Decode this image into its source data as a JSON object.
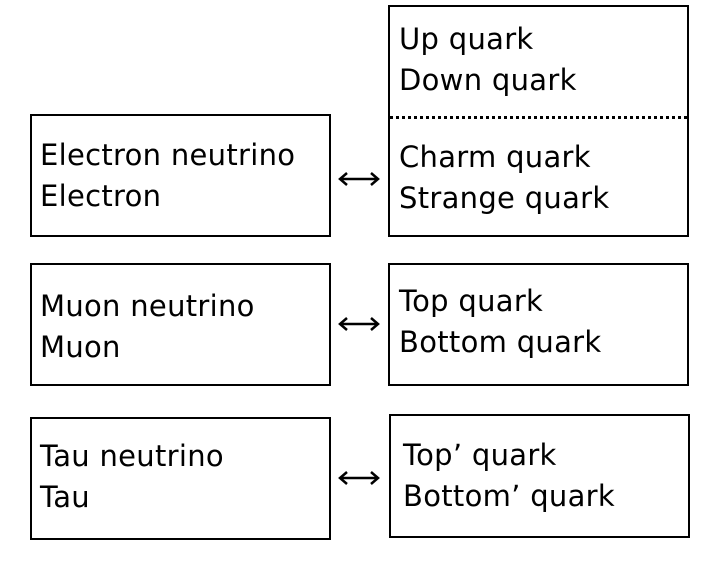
{
  "rows": [
    {
      "lepton": {
        "line1": "Electron neutrino",
        "line2": "Electron"
      },
      "quark_upper": {
        "line1": "Up quark",
        "line2": "Down quark"
      },
      "quark_lower": {
        "line1": "Charm quark",
        "line2": "Strange quark"
      }
    },
    {
      "lepton": {
        "line1": "Muon neutrino",
        "line2": "Muon"
      },
      "quark": {
        "line1": "Top quark",
        "line2": "Bottom quark"
      }
    },
    {
      "lepton": {
        "line1": "Tau neutrino",
        "line2": "Tau"
      },
      "quark": {
        "line1": "Top’ quark",
        "line2": "Bottom’ quark"
      }
    }
  ]
}
